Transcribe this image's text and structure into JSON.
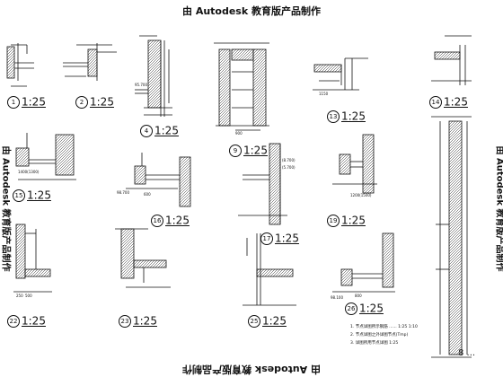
{
  "watermark": {
    "text": "由 Autodesk 教育版产品制作"
  },
  "details": [
    {
      "num": "1",
      "scale": "1:25"
    },
    {
      "num": "2",
      "scale": "1:25"
    },
    {
      "num": "4",
      "scale": "1:25"
    },
    {
      "num": "9",
      "scale": "1:25"
    },
    {
      "num": "13",
      "scale": "1:25"
    },
    {
      "num": "14",
      "scale": "1:25"
    },
    {
      "num": "15",
      "scale": "1:25"
    },
    {
      "num": "16",
      "scale": "1:25"
    },
    {
      "num": "17",
      "scale": "1:25"
    },
    {
      "num": "19",
      "scale": "1:25"
    },
    {
      "num": "22",
      "scale": "1:25"
    },
    {
      "num": "23",
      "scale": "1:25"
    },
    {
      "num": "25",
      "scale": "1:25"
    },
    {
      "num": "26",
      "scale": "1:25"
    }
  ],
  "dims": {
    "d900": "900",
    "d1400": "1400(1300)",
    "d1200": "1200(1500)",
    "d600": "600",
    "d1150": "1150",
    "d250": "250",
    "d500": "500",
    "d800": "800",
    "elev1": "98.100",
    "elev2": "95.700",
    "elev3": "(8.700)",
    "elev4": "(5.700)",
    "elev5": "98.700"
  },
  "notes": [
    "1. 节点详图所示钢筋 ......  1:25  1:10",
    "2. 节点详图之外详图节点(Tmp)",
    "3. 详图所用节点详图 1:25"
  ],
  "legend": {
    "mark": "8 ..."
  }
}
